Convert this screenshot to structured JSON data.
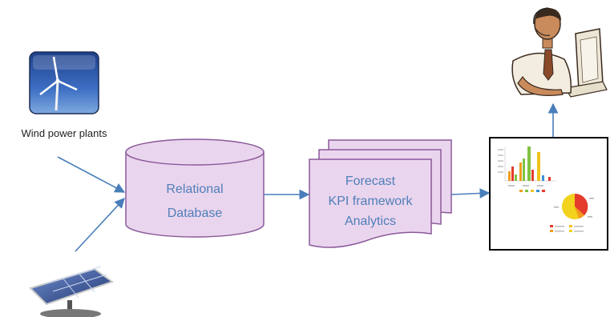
{
  "sources": {
    "wind": {
      "label": "Wind power plants",
      "icon": "wind-turbine-icon"
    },
    "solar": {
      "label": "",
      "icon": "solar-panel-icon"
    }
  },
  "database": {
    "line1": "Relational",
    "line2": "Database"
  },
  "processing": {
    "line1": "Forecast",
    "line2": "KPI framework",
    "line3": "Analytics"
  },
  "dashboard": {
    "icon": "dashboard-report-icon"
  },
  "user": {
    "icon": "user-at-computer-icon"
  },
  "colors": {
    "shape_fill": "#ead5ee",
    "shape_stroke": "#8a5a9a",
    "shape_text": "#4f7fb8",
    "arrow": "#4a7ebb"
  }
}
